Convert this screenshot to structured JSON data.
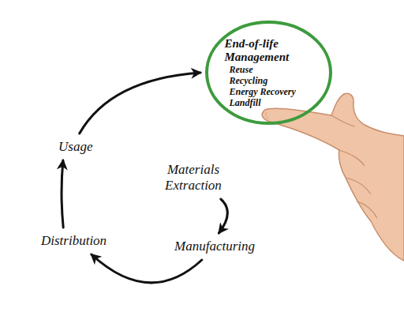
{
  "diagram": {
    "nodes": [
      {
        "text": [
          "End-of-life Management",
          "Reuse",
          "Recycling",
          "Energy Recovery",
          "Landfill"
        ]
      },
      {
        "text": [
          "Usage"
        ]
      },
      {
        "text": [
          "Materials Extraction"
        ]
      },
      {
        "text": [
          "Distribution"
        ]
      },
      {
        "text": [
          "Manufacturing"
        ]
      }
    ],
    "edges": [
      {
        "from": 2,
        "to": 4,
        "arrow": "to"
      },
      {
        "from": 4,
        "to": 3,
        "arrow": "to"
      },
      {
        "from": 3,
        "to": 1,
        "arrow": "to"
      },
      {
        "from": 1,
        "to": 0,
        "arrow": "to"
      }
    ]
  }
}
